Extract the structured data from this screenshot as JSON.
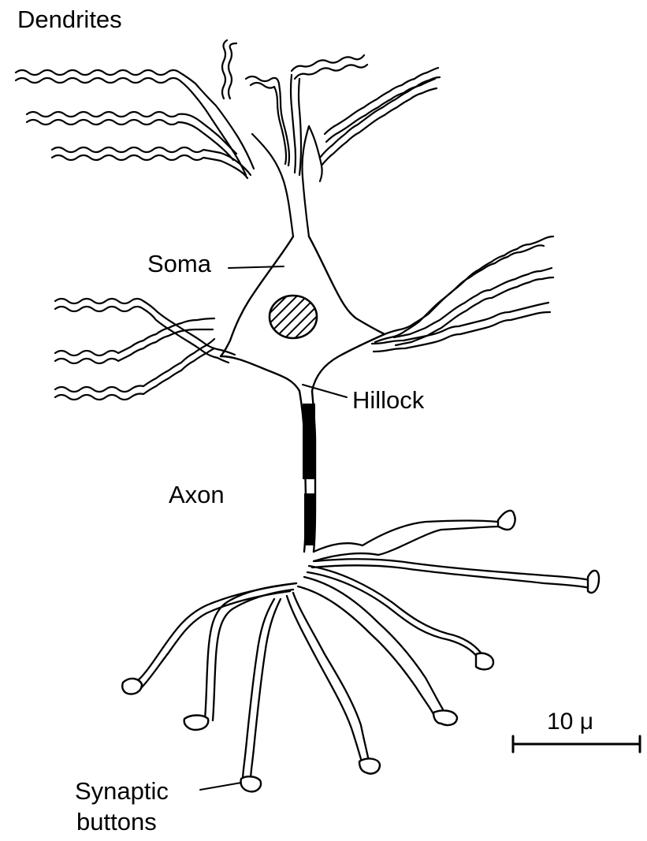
{
  "labels": {
    "dendrites": "Dendrites",
    "soma": "Soma",
    "hillock": "Hillock",
    "axon": "Axon",
    "synaptic_line1": "Synaptic",
    "synaptic_line2": "buttons",
    "scale_bar": "10 μ"
  },
  "colors": {
    "ink": "#000000",
    "paper": "#ffffff"
  }
}
